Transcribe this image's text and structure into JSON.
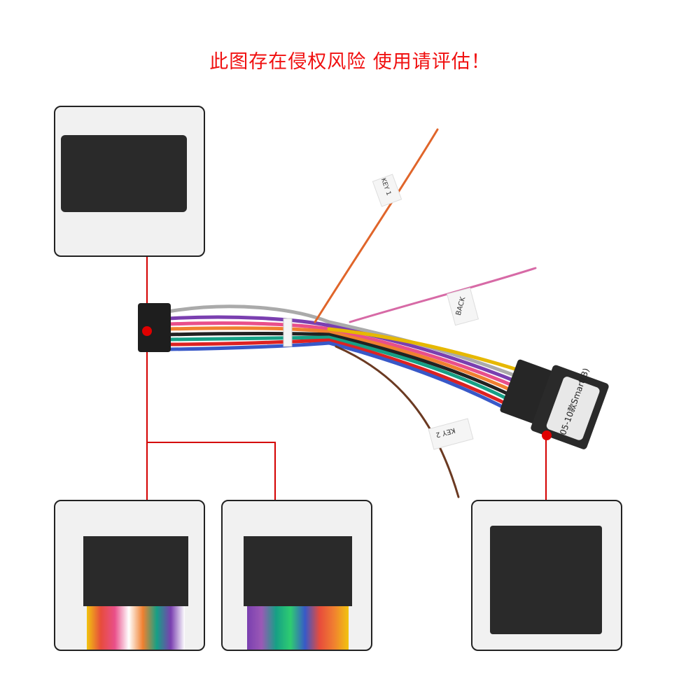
{
  "warning_text": "此图存在侵权风险 使用请评估！",
  "wire_tags": {
    "key1": "KEY 1",
    "back": "BACK",
    "key2": "KEY 2"
  },
  "connector_label": "05-10款Smart(B)",
  "colors": {
    "warning": "#f01010",
    "callout_line": "#d40000"
  }
}
